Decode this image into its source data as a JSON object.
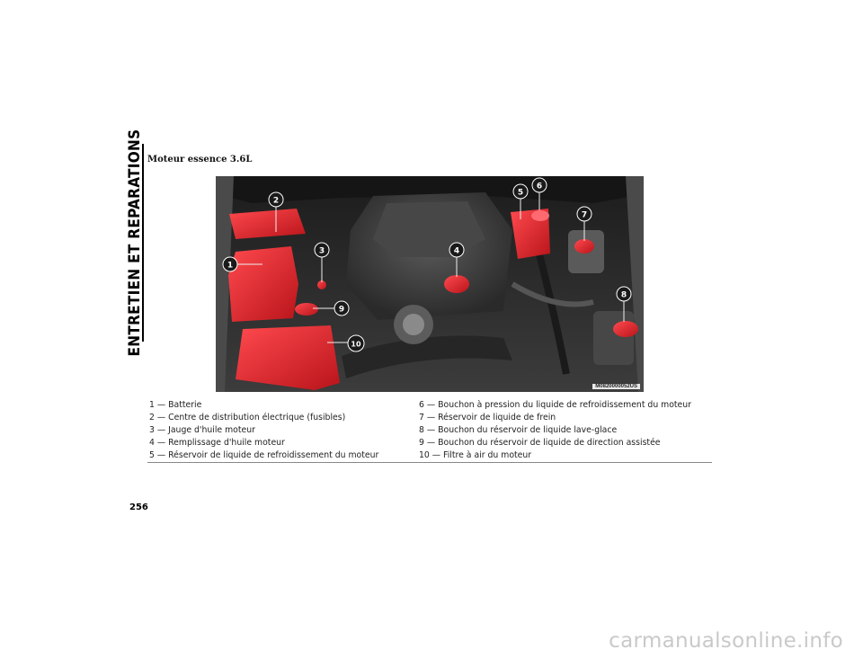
{
  "section_tab": "ENTRETIEN ET REPARATIONS",
  "heading": "Moteur essence 3.6L",
  "figure_code": "M0820000052US",
  "callouts": [
    "1",
    "2",
    "3",
    "4",
    "5",
    "6",
    "7",
    "8",
    "9",
    "10"
  ],
  "legend": {
    "left": [
      "1 — Batterie",
      "2 — Centre de distribution électrique (fusibles)",
      "3 — Jauge d'huile moteur",
      "4 — Remplissage d'huile moteur",
      "5 — Réservoir de liquide de refroidissement du moteur"
    ],
    "right": [
      "6 — Bouchon à pression du liquide de refroidissement du moteur",
      "7 — Réservoir de liquide de frein",
      "8 — Bouchon du réservoir de liquide lave-glace",
      "9 — Bouchon du réservoir de liquide de direction assistée",
      "10 — Filtre à air du moteur"
    ]
  },
  "page_number": "256",
  "watermark": "carmanualsonline.info",
  "colors": {
    "highlight": "#e0242b",
    "engine": "#3a3a3a"
  }
}
